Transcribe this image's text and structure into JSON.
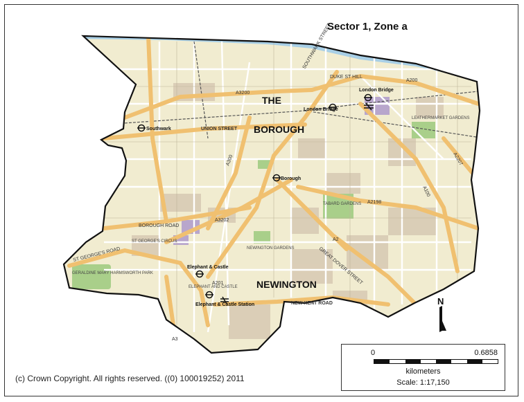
{
  "title": "Sector 1, Zone a",
  "copyright": "(c) Crown Copyright. All rights reserved. ((0) 100019252) 2011",
  "scale": {
    "zero": "0",
    "max": "0.6858",
    "unit": "kilometers",
    "ratio": "Scale: 1:17,150"
  },
  "north_label": "N",
  "areas": {
    "the": "THE",
    "borough": "BOROUGH",
    "newington": "NEWINGTON"
  },
  "stations": {
    "southwark": "Southwark",
    "borough": "Borough",
    "london_bridge_1": "London Bridge",
    "london_bridge_2": "London Bridge",
    "elephant_castle": "Elephant & Castle",
    "elephant_castle_station": "Elephant & Castle Station"
  },
  "roads": {
    "a3200": "A3200",
    "union_street": "UNION STREET",
    "southwark_street": "SOUTHWARK STREET",
    "duke_street": "DUKE ST HILL",
    "a200": "A200",
    "a3202": "A3202",
    "a201": "A201",
    "a2": "A2",
    "a2198": "A2198",
    "a3": "A3",
    "a300": "A300",
    "a100": "A100",
    "new_kent_road": "NEW KENT ROAD",
    "borough_road": "BOROUGH ROAD",
    "st_georges_road": "ST GEORGE'S ROAD",
    "great_dover_street": "GREAT DOVER STREET",
    "a2207": "A2207"
  },
  "places": {
    "st_georges_circus": "ST GEORGE'S CIRCUS",
    "elephant_and_castle": "ELEPHANT AND CASTLE",
    "newington_gardens": "NEWINGTON GARDENS",
    "tabard_gardens": "TABARD GARDENS",
    "geraldine_park": "GERALDINE MARY HARMSWORTH PARK",
    "leathermarket": "LEATHERMARKET GARDENS"
  },
  "colors": {
    "land": "#f1ecd0",
    "roads_major": "#f0c070",
    "roads_minor": "#ffffff",
    "park": "#a9cf8a",
    "water": "#a8cfe6",
    "block": "#d7c9b3",
    "building": "#b8a6cc",
    "outline": "#111111"
  }
}
